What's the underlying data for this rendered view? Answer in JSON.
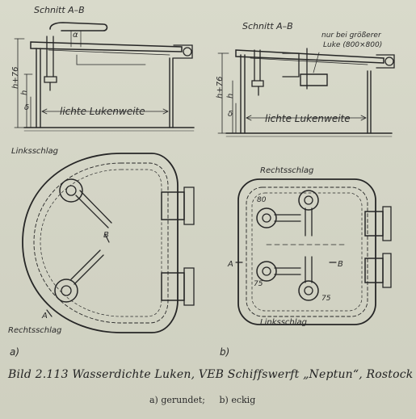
{
  "figure": {
    "a": {
      "section_label": "Schnitt A–B",
      "dim_h76": "h+76",
      "dim_h": "h",
      "dim_delta": "δ",
      "dim_alpha": "α",
      "width_label": "lichte Lukenweite",
      "swing_top": "Linksschlag",
      "swing_bottom": "Rechtsschlag",
      "mark_A": "A",
      "mark_B": "B",
      "panel": "a)"
    },
    "b": {
      "section_label": "Schnitt A–B",
      "note_line1": "nur bei größerer",
      "note_line2": "Luke (800×800)",
      "dim_h76": "h+76",
      "dim_h": "h",
      "dim_delta": "δ",
      "width_label": "lichte Lukenweite",
      "swing_top": "Rechtsschlag",
      "swing_bottom": "Linksschlag",
      "dim_80": "80",
      "dim_75a": "75",
      "dim_75b": "75",
      "mark_A": "A",
      "mark_B": "B",
      "panel": "b)"
    }
  },
  "caption": {
    "main": "Bild 2.113   Wasserdichte Luken, VEB Schiffswerft „Neptun“, Rostock",
    "sub_a": "a) gerundet;",
    "sub_b": "b) eckig"
  }
}
